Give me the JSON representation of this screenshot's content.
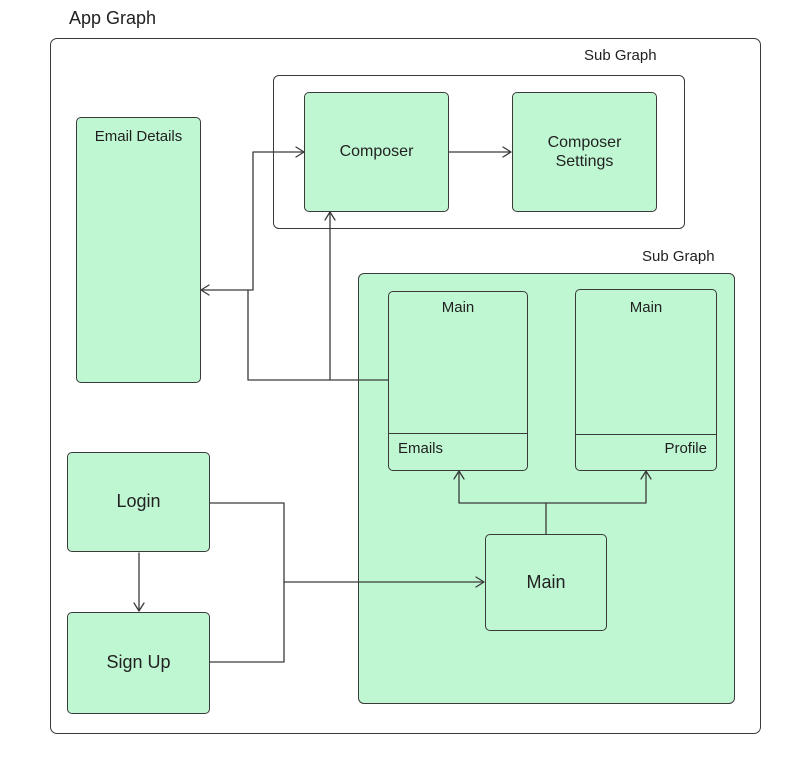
{
  "diagram": {
    "title": "App Graph",
    "subgraph_top": {
      "label": "Sub Graph"
    },
    "subgraph_main": {
      "label": "Sub Graph"
    },
    "nodes": {
      "email_details": "Email Details",
      "composer": "Composer",
      "composer_settings_line1": "Composer",
      "composer_settings_line2": "Settings",
      "main_emails_title": "Main",
      "main_emails_footer": "Emails",
      "main_profile_title": "Main",
      "main_profile_footer": "Profile",
      "main": "Main",
      "login": "Login",
      "sign_up": "Sign Up"
    },
    "colors": {
      "node_fill": "#c0f7d3",
      "stroke": "#3a3a3a"
    }
  }
}
